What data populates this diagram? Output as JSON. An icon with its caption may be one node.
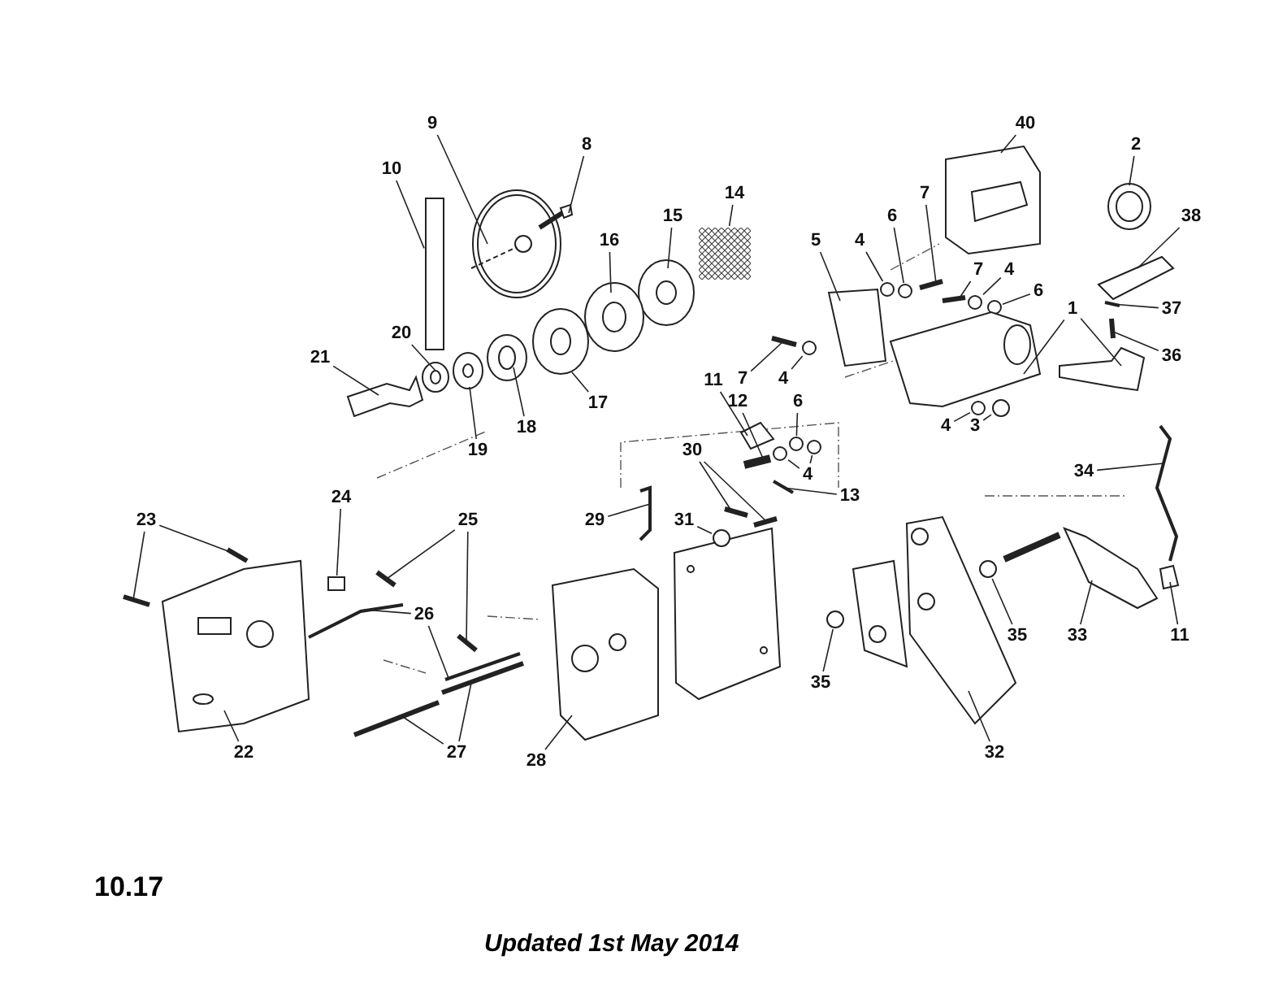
{
  "diagram": {
    "nodes": [
      {
        "text": [
          "9"
        ]
      },
      {
        "text": [
          "8"
        ]
      },
      {
        "text": [
          "10"
        ]
      },
      {
        "text": [
          "14"
        ]
      },
      {
        "text": [
          "15"
        ]
      },
      {
        "text": [
          "16"
        ]
      },
      {
        "text": [
          "40"
        ]
      },
      {
        "text": [
          "2"
        ]
      },
      {
        "text": [
          "5"
        ]
      },
      {
        "text": [
          "6"
        ]
      },
      {
        "text": [
          "7"
        ]
      },
      {
        "text": [
          "4"
        ]
      },
      {
        "text": [
          "38"
        ]
      },
      {
        "text": [
          "7"
        ]
      },
      {
        "text": [
          "4"
        ]
      },
      {
        "text": [
          "6"
        ]
      },
      {
        "text": [
          "1"
        ]
      },
      {
        "text": [
          "37"
        ]
      },
      {
        "text": [
          "36"
        ]
      },
      {
        "text": [
          "7"
        ]
      },
      {
        "text": [
          "4"
        ]
      },
      {
        "text": [
          "21"
        ]
      },
      {
        "text": [
          "20"
        ]
      },
      {
        "text": [
          "17"
        ]
      },
      {
        "text": [
          "18"
        ]
      },
      {
        "text": [
          "19"
        ]
      },
      {
        "text": [
          "11"
        ]
      },
      {
        "text": [
          "12"
        ]
      },
      {
        "text": [
          "6"
        ]
      },
      {
        "text": [
          "4"
        ]
      },
      {
        "text": [
          "3"
        ]
      },
      {
        "text": [
          "4"
        ]
      },
      {
        "text": [
          "30"
        ]
      },
      {
        "text": [
          "13"
        ]
      },
      {
        "text": [
          "34"
        ]
      },
      {
        "text": [
          "29"
        ]
      },
      {
        "text": [
          "31"
        ]
      },
      {
        "text": [
          "23"
        ]
      },
      {
        "text": [
          "24"
        ]
      },
      {
        "text": [
          "25"
        ]
      },
      {
        "text": [
          "26"
        ]
      },
      {
        "text": [
          "22"
        ]
      },
      {
        "text": [
          "27"
        ]
      },
      {
        "text": [
          "28"
        ]
      },
      {
        "text": [
          "35"
        ]
      },
      {
        "text": [
          "32"
        ]
      },
      {
        "text": [
          "35"
        ]
      },
      {
        "text": [
          "33"
        ]
      },
      {
        "text": [
          "11"
        ]
      },
      {
        "text": [],
        "shape": "picture"
      },
      {
        "text": [],
        "shape": "picture"
      },
      {
        "text": [],
        "shape": "box"
      },
      {
        "text": [],
        "shape": "box"
      },
      {
        "text": [],
        "shape": "picture"
      },
      {
        "text": [],
        "shape": "picture"
      },
      {
        "text": [],
        "shape": "picture"
      },
      {
        "text": [],
        "shape": "picture"
      },
      {
        "text": [],
        "shape": "picture"
      },
      {
        "text": [],
        "shape": "circle"
      },
      {
        "text": [],
        "shape": "picture"
      },
      {
        "text": [],
        "shape": "circle"
      },
      {
        "text": [],
        "shape": "picture"
      },
      {
        "text": [],
        "shape": "picture"
      },
      {
        "text": [],
        "shape": "circle"
      },
      {
        "text": [],
        "shape": "circle"
      },
      {
        "text": [],
        "shape": "picture"
      },
      {
        "text": [],
        "shape": "picture"
      },
      {
        "text": [],
        "shape": "picture"
      },
      {
        "text": [],
        "shape": "picture"
      },
      {
        "text": [],
        "shape": "picture"
      },
      {
        "text": [],
        "shape": "circle"
      },
      {
        "text": [],
        "shape": "picture"
      },
      {
        "text": [],
        "shape": "picture"
      },
      {
        "text": [],
        "shape": "picture"
      },
      {
        "text": [],
        "shape": "picture"
      },
      {
        "text": [],
        "shape": "picture"
      },
      {
        "text": [],
        "shape": "picture"
      },
      {
        "text": [],
        "shape": "picture"
      },
      {
        "text": [],
        "shape": "circle"
      },
      {
        "text": [],
        "shape": "circle"
      },
      {
        "text": [],
        "shape": "circle"
      },
      {
        "text": [],
        "shape": "circle"
      },
      {
        "text": [],
        "shape": "circle"
      },
      {
        "text": [],
        "shape": "picture"
      },
      {
        "text": [],
        "shape": "picture"
      },
      {
        "text": [],
        "shape": "picture"
      },
      {
        "text": [],
        "shape": "picture"
      },
      {
        "text": [],
        "shape": "picture"
      },
      {
        "text": [],
        "shape": "circle"
      },
      {
        "text": [],
        "shape": "picture"
      },
      {
        "text": [],
        "shape": "picture"
      },
      {
        "text": [],
        "shape": "box"
      },
      {
        "text": [],
        "shape": "picture"
      },
      {
        "text": [],
        "shape": "picture"
      },
      {
        "text": [],
        "shape": "picture"
      },
      {
        "text": [],
        "shape": "picture"
      },
      {
        "text": [],
        "shape": "picture"
      },
      {
        "text": [],
        "shape": "picture"
      },
      {
        "text": [],
        "shape": "picture"
      },
      {
        "text": [],
        "shape": "picture"
      },
      {
        "text": [],
        "shape": "circle"
      },
      {
        "text": [],
        "shape": "picture"
      },
      {
        "text": [],
        "shape": "circle"
      },
      {
        "text": [],
        "shape": "picture"
      },
      {
        "text": [],
        "shape": "picture"
      }
    ],
    "edges": [
      {
        "from": 0,
        "to": 49,
        "arrow": "none"
      },
      {
        "from": 1,
        "to": 50,
        "arrow": "none"
      },
      {
        "from": 2,
        "to": 51,
        "arrow": "none"
      },
      {
        "from": 3,
        "to": 52,
        "arrow": "none"
      },
      {
        "from": 4,
        "to": 53,
        "arrow": "none"
      },
      {
        "from": 5,
        "to": 54,
        "arrow": "none"
      },
      {
        "from": 6,
        "to": 55,
        "arrow": "none"
      },
      {
        "from": 7,
        "to": 56,
        "arrow": "none"
      },
      {
        "from": 8,
        "to": 57,
        "arrow": "none"
      },
      {
        "from": 9,
        "to": 58,
        "arrow": "none"
      },
      {
        "from": 10,
        "to": 59,
        "arrow": "none"
      },
      {
        "from": 11,
        "to": 60,
        "arrow": "none"
      },
      {
        "from": 12,
        "to": 61,
        "arrow": "none"
      },
      {
        "from": 13,
        "to": 62,
        "arrow": "none"
      },
      {
        "from": 14,
        "to": 63,
        "arrow": "none"
      },
      {
        "from": 15,
        "to": 64,
        "arrow": "none"
      },
      {
        "from": 16,
        "to": 65,
        "arrow": "none"
      },
      {
        "from": 16,
        "to": 66,
        "arrow": "none"
      },
      {
        "from": 17,
        "to": 67,
        "arrow": "none"
      },
      {
        "from": 18,
        "to": 68,
        "arrow": "none"
      },
      {
        "from": 19,
        "to": 69,
        "arrow": "none"
      },
      {
        "from": 20,
        "to": 70,
        "arrow": "none"
      },
      {
        "from": 21,
        "to": 71,
        "arrow": "none"
      },
      {
        "from": 22,
        "to": 72,
        "arrow": "none"
      },
      {
        "from": 23,
        "to": 73,
        "arrow": "none"
      },
      {
        "from": 24,
        "to": 74,
        "arrow": "none"
      },
      {
        "from": 25,
        "to": 75,
        "arrow": "none"
      },
      {
        "from": 26,
        "to": 76,
        "arrow": "none"
      },
      {
        "from": 27,
        "to": 77,
        "arrow": "none"
      },
      {
        "from": 28,
        "to": 78,
        "arrow": "none"
      },
      {
        "from": 29,
        "to": 79,
        "arrow": "none"
      },
      {
        "from": 29,
        "to": 80,
        "arrow": "none"
      },
      {
        "from": 30,
        "to": 81,
        "arrow": "none"
      },
      {
        "from": 31,
        "to": 82,
        "arrow": "none"
      },
      {
        "from": 32,
        "to": 83,
        "arrow": "none"
      },
      {
        "from": 32,
        "to": 84,
        "arrow": "none"
      },
      {
        "from": 33,
        "to": 85,
        "arrow": "none"
      },
      {
        "from": 34,
        "to": 86,
        "arrow": "none"
      },
      {
        "from": 35,
        "to": 87,
        "arrow": "none"
      },
      {
        "from": 36,
        "to": 88,
        "arrow": "none"
      },
      {
        "from": 37,
        "to": 89,
        "arrow": "none"
      },
      {
        "from": 37,
        "to": 90,
        "arrow": "none"
      },
      {
        "from": 38,
        "to": 91,
        "arrow": "none"
      },
      {
        "from": 39,
        "to": 92,
        "arrow": "none"
      },
      {
        "from": 39,
        "to": 93,
        "arrow": "none"
      },
      {
        "from": 40,
        "to": 94,
        "arrow": "none"
      },
      {
        "from": 40,
        "to": 95,
        "arrow": "none"
      },
      {
        "from": 41,
        "to": 96,
        "arrow": "none"
      },
      {
        "from": 42,
        "to": 97,
        "arrow": "none"
      },
      {
        "from": 42,
        "to": 98,
        "arrow": "none"
      },
      {
        "from": 43,
        "to": 99,
        "arrow": "none"
      },
      {
        "from": 44,
        "to": 100,
        "arrow": "none"
      },
      {
        "from": 45,
        "to": 101,
        "arrow": "none"
      },
      {
        "from": 46,
        "to": 102,
        "arrow": "none"
      },
      {
        "from": 47,
        "to": 103,
        "arrow": "none"
      },
      {
        "from": 48,
        "to": 104,
        "arrow": "none"
      }
    ],
    "labels": [
      "10.17",
      "Updated 1st May 2014"
    ]
  }
}
